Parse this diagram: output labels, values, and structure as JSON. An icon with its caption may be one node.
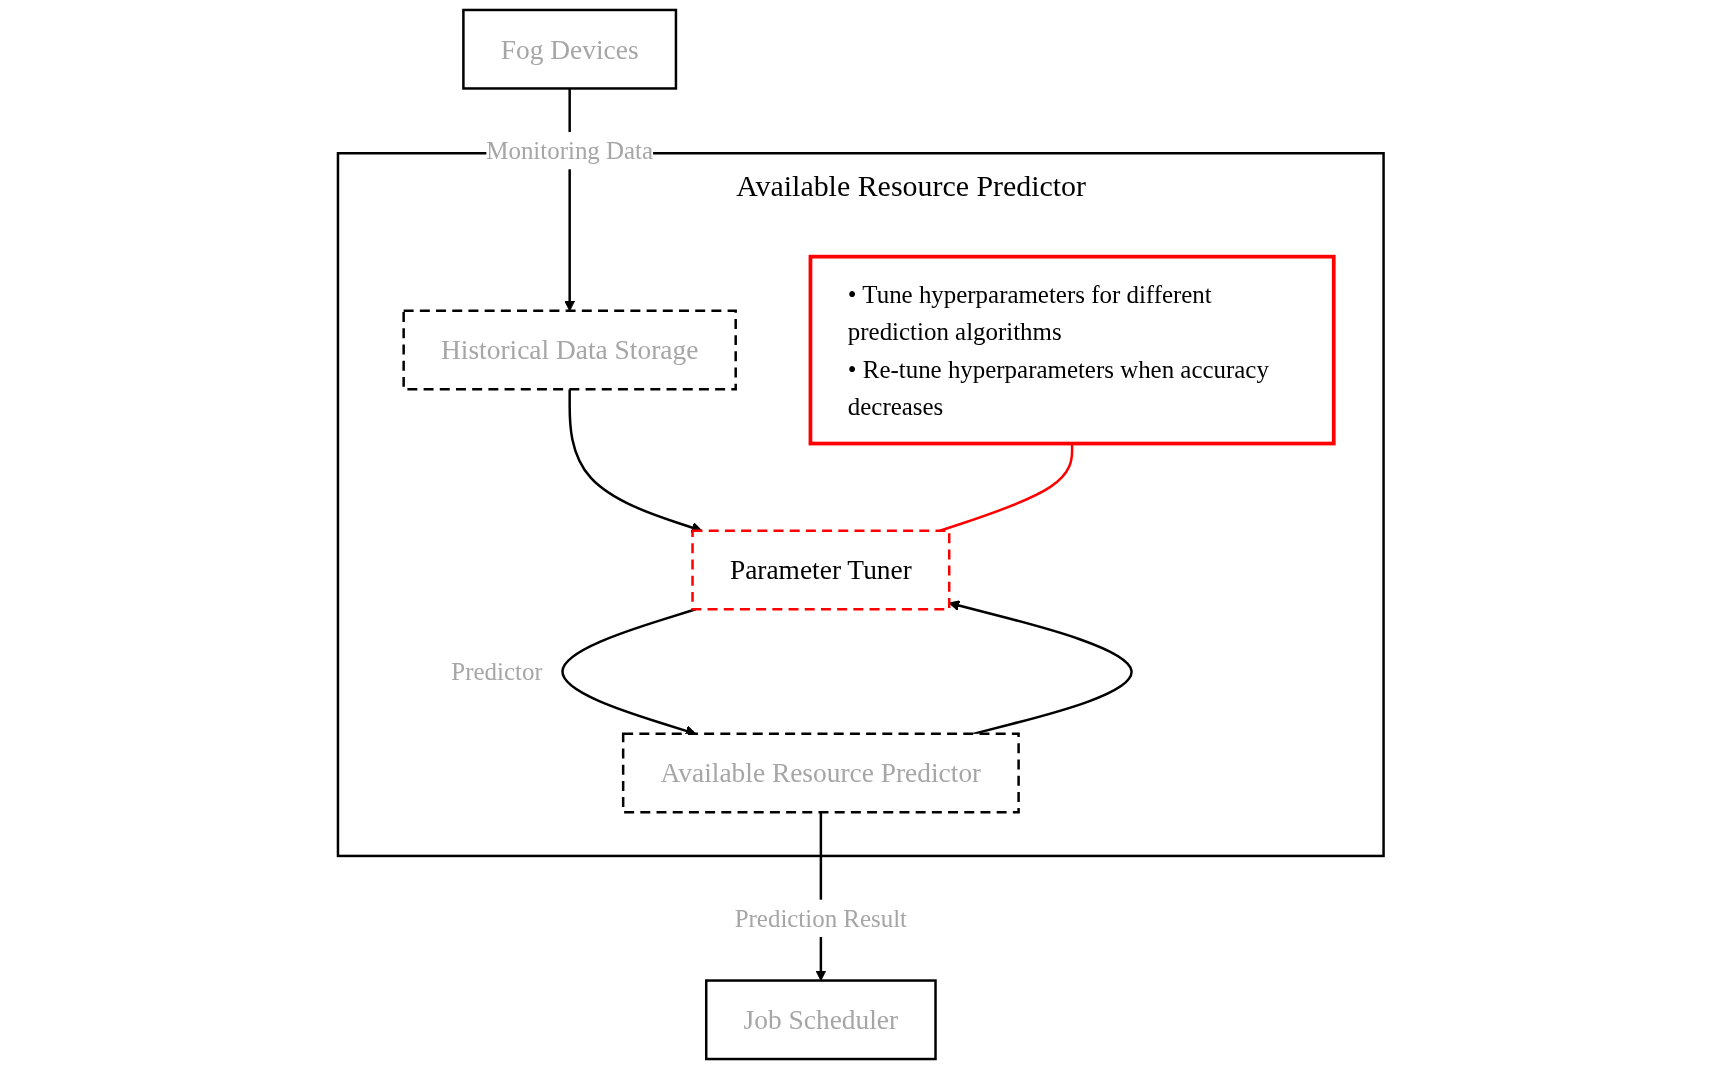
{
  "diagram": {
    "nodes": [
      {
        "text": [
          "Fog Devices"
        ]
      },
      {
        "text": [
          "Job Scheduler"
        ]
      },
      {
        "text": [
          "Available Resource Predictor"
        ]
      },
      {
        "text": [
          "Historical Data Storage"
        ],
        "in": 2
      },
      {
        "text": [
          "Available Resource Predictor"
        ],
        "in": 2
      },
      {
        "text": [
          "• Tune hyperparameters for different prediction algorithms",
          "• Re-tune hyperparameters when accuracy decreases"
        ],
        "in": 2
      },
      {
        "text": [
          "Parameter Tuner"
        ],
        "in": 2
      }
    ],
    "edges": [
      {
        "from": 0,
        "to": 3,
        "arrow": "to",
        "label": "Monitoring Data"
      },
      {
        "from": 3,
        "to": 6,
        "arrow": "to"
      },
      {
        "from": 5,
        "to": 6,
        "arrow": "none",
        "color": "#ff0000"
      },
      {
        "from": 6,
        "to": 4,
        "arrow": "to",
        "label": "Predictor"
      },
      {
        "from": 4,
        "to": 1,
        "arrow": "to",
        "label": "Prediction Result"
      },
      {
        "from": 4,
        "to": 6,
        "arrow": "to"
      }
    ]
  }
}
